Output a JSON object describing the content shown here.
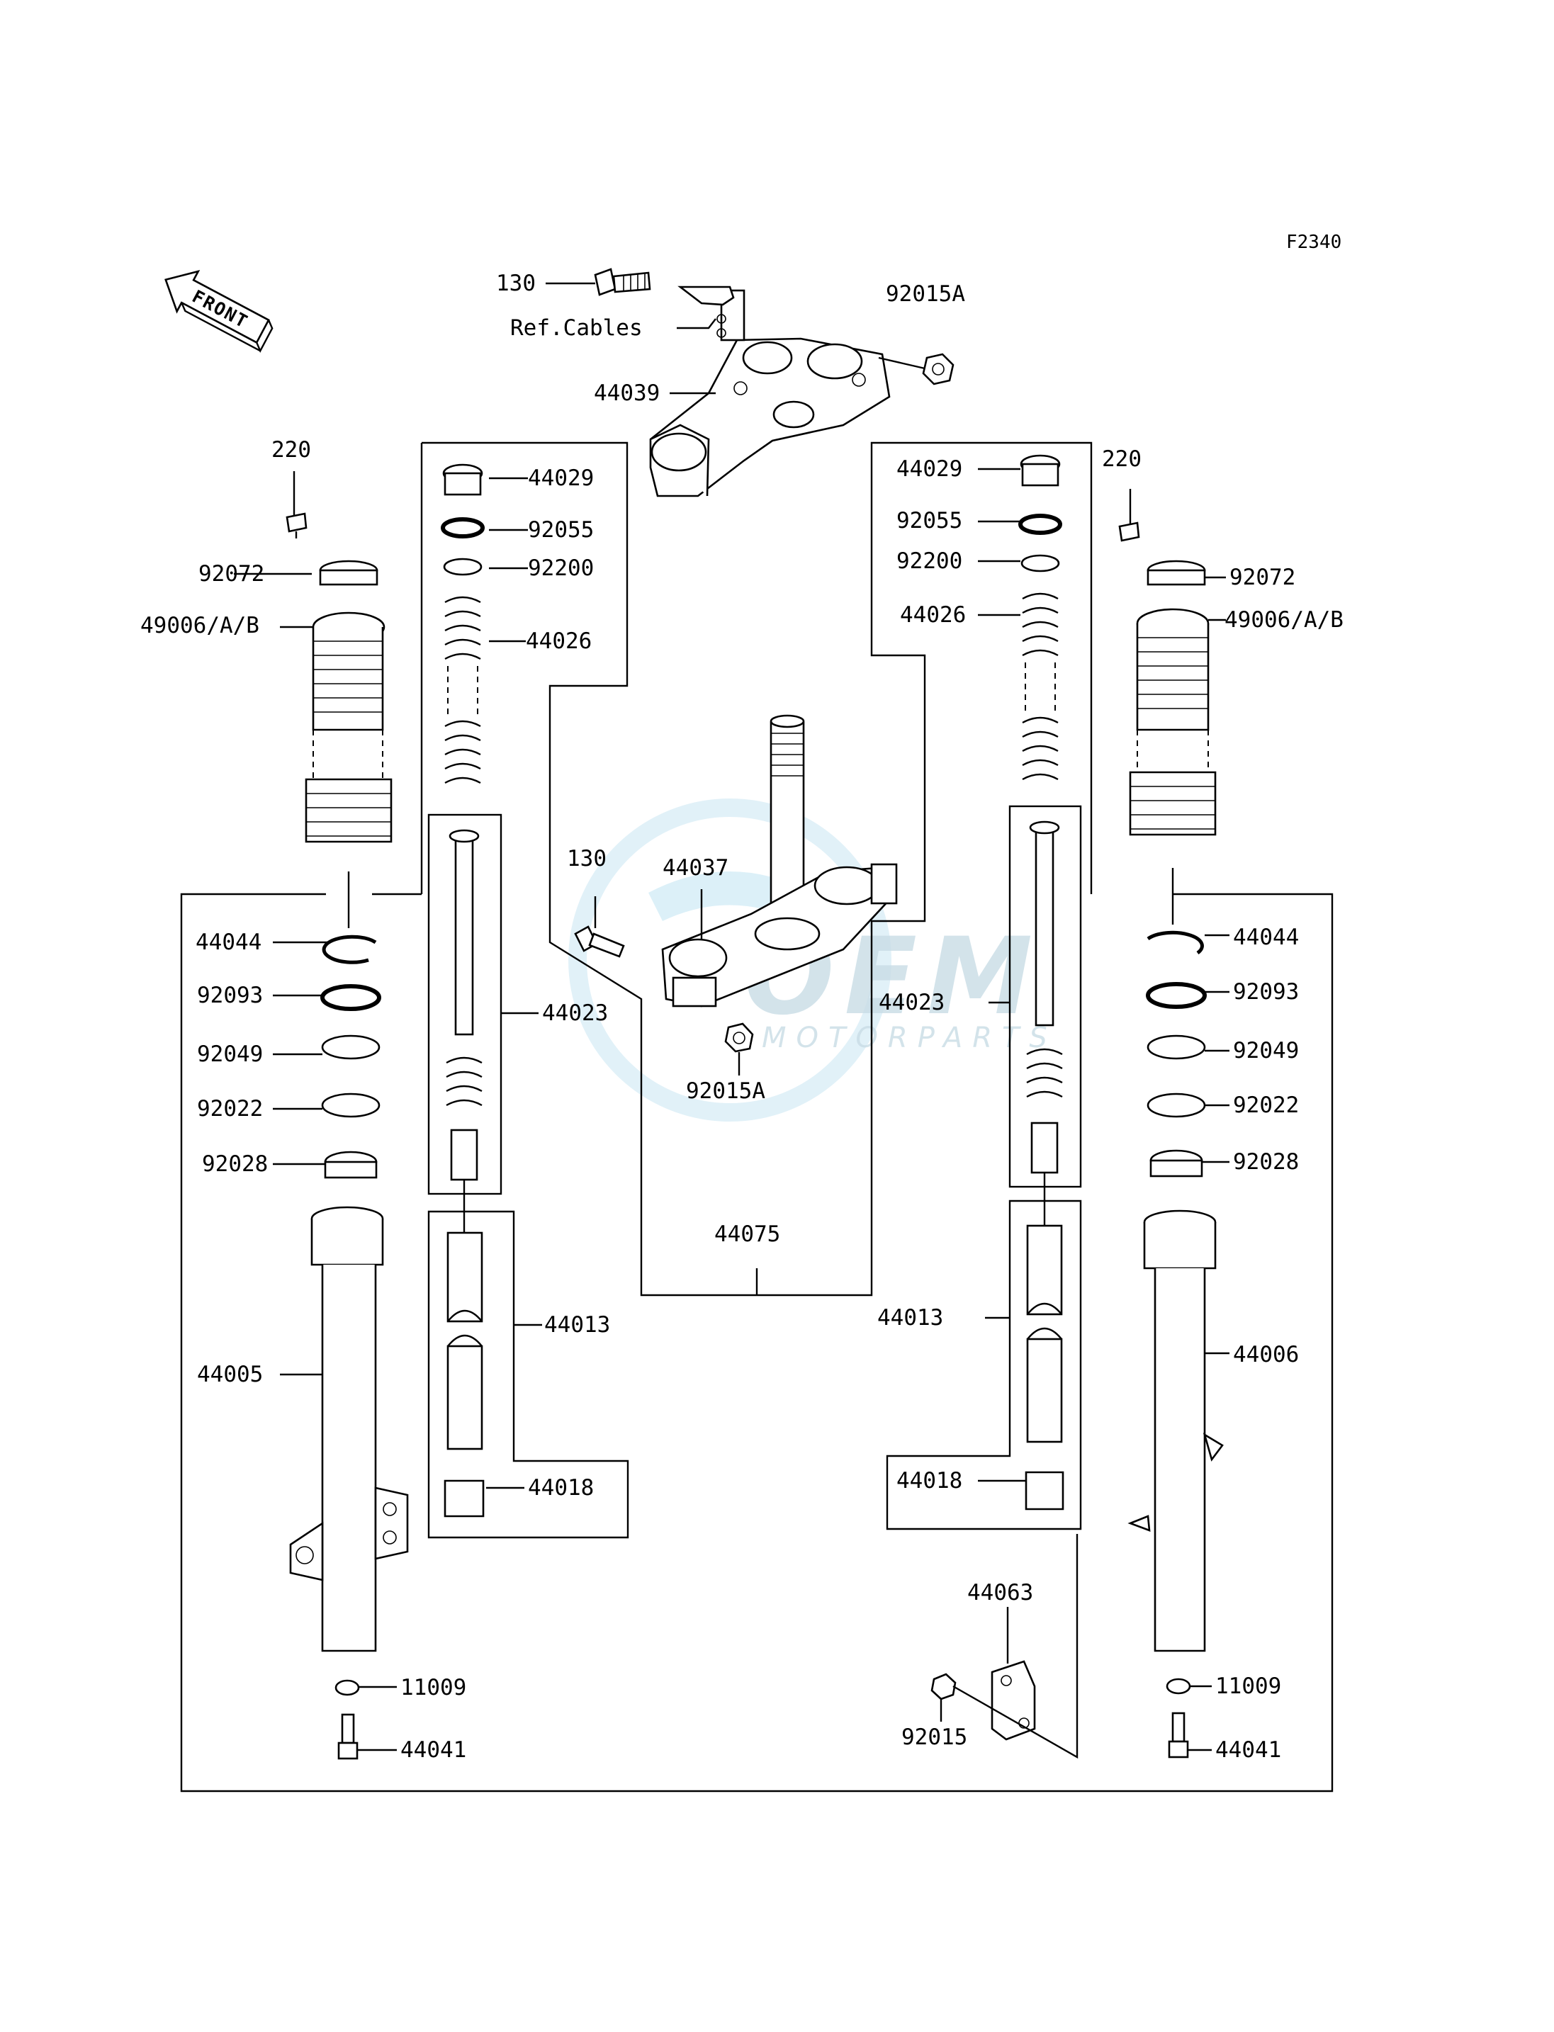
{
  "diagram_code": "F2340",
  "front_marker": "FRONT",
  "watermark": {
    "logo": "OEM",
    "sub": "MOTORPARTS"
  },
  "labels": {
    "p130_top": "130",
    "ref_cables": "Ref.Cables",
    "p92015A_top": "92015A",
    "p44039": "44039",
    "p220_left": "220",
    "p220_right": "220",
    "p92072_left": "92072",
    "p92072_right": "92072",
    "p49006_left": "49006/A/B",
    "p49006_right": "49006/A/B",
    "p44029_left": "44029",
    "p44029_right": "44029",
    "p92055_left": "92055",
    "p92055_right": "92055",
    "p92200_left": "92200",
    "p92200_right": "92200",
    "p44026_left": "44026",
    "p44026_right": "44026",
    "p130_mid": "130",
    "p44037": "44037",
    "p92015A_mid": "92015A",
    "p44044_left": "44044",
    "p44044_right": "44044",
    "p92093_left": "92093",
    "p92093_right": "92093",
    "p92049_left": "92049",
    "p92049_right": "92049",
    "p92022_left": "92022",
    "p92022_right": "92022",
    "p92028_left": "92028",
    "p92028_right": "92028",
    "p44023_left": "44023",
    "p44023_right": "44023",
    "p44075": "44075",
    "p44013_left": "44013",
    "p44013_right": "44013",
    "p44005": "44005",
    "p44006": "44006",
    "p44018_left": "44018",
    "p44018_right": "44018",
    "p44063": "44063",
    "p92015": "92015",
    "p11009_left": "11009",
    "p11009_right": "11009",
    "p44041_left": "44041",
    "p44041_right": "44041"
  }
}
